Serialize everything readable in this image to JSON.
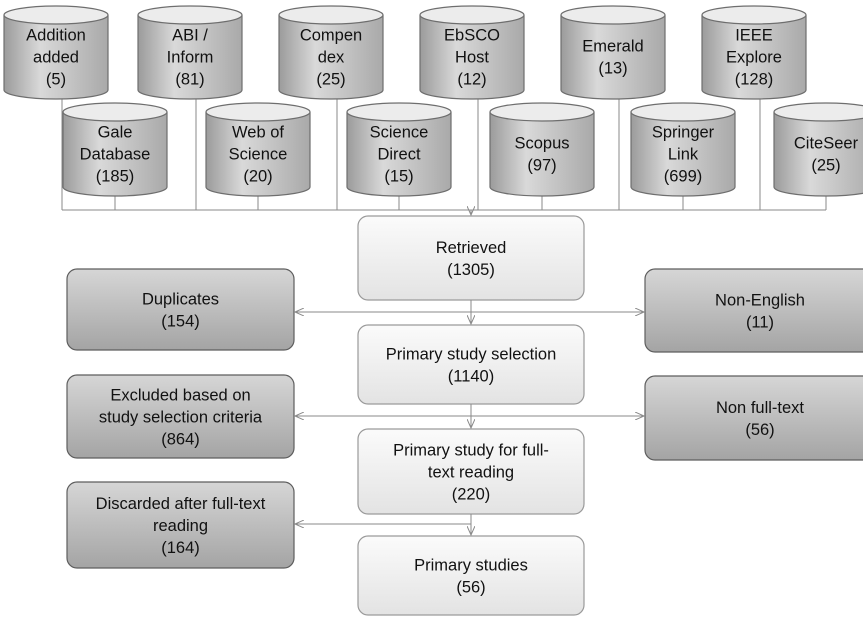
{
  "databases": [
    {
      "id": "addition",
      "lines": [
        "Addition",
        "added",
        "(5)"
      ]
    },
    {
      "id": "abi",
      "lines": [
        "ABI /",
        "Inform",
        "(81)"
      ]
    },
    {
      "id": "compendex",
      "lines": [
        "Compen",
        "dex",
        "(25)"
      ]
    },
    {
      "id": "ebsco",
      "lines": [
        "EbSCO",
        "Host",
        "(12)"
      ]
    },
    {
      "id": "emerald",
      "lines": [
        "Emerald",
        "(13)"
      ]
    },
    {
      "id": "ieee",
      "lines": [
        "IEEE",
        "Explore",
        "(128)"
      ]
    },
    {
      "id": "gale",
      "lines": [
        "Gale",
        "Database",
        "(185)"
      ]
    },
    {
      "id": "wos",
      "lines": [
        "Web of",
        "Science",
        "(20)"
      ]
    },
    {
      "id": "sciencedirect",
      "lines": [
        "Science",
        "Direct",
        "(15)"
      ]
    },
    {
      "id": "scopus",
      "lines": [
        "Scopus",
        "(97)"
      ]
    },
    {
      "id": "springer",
      "lines": [
        "Springer",
        "Link",
        "(699)"
      ]
    },
    {
      "id": "citeseer",
      "lines": [
        "CiteSeer",
        "(25)"
      ]
    }
  ],
  "steps": [
    {
      "id": "retrieved",
      "lines": [
        "Retrieved",
        "(1305)"
      ]
    },
    {
      "id": "primary-selection",
      "lines": [
        "Primary study selection",
        "(1140)"
      ]
    },
    {
      "id": "fulltext-reading",
      "lines": [
        "Primary study for full-",
        "text reading",
        "(220)"
      ]
    },
    {
      "id": "primary-studies",
      "lines": [
        "Primary studies",
        "(56)"
      ]
    }
  ],
  "exclusions": [
    {
      "id": "duplicates",
      "lines": [
        "Duplicates",
        "(154)"
      ]
    },
    {
      "id": "non-english",
      "lines": [
        "Non-English",
        "(11)"
      ]
    },
    {
      "id": "excluded-criteria",
      "lines": [
        "Excluded based on",
        "study selection criteria",
        "(864)"
      ]
    },
    {
      "id": "non-fulltext",
      "lines": [
        "Non full-text",
        "(56)"
      ]
    },
    {
      "id": "discarded",
      "lines": [
        "Discarded after full-text",
        "reading",
        "(164)"
      ]
    }
  ]
}
